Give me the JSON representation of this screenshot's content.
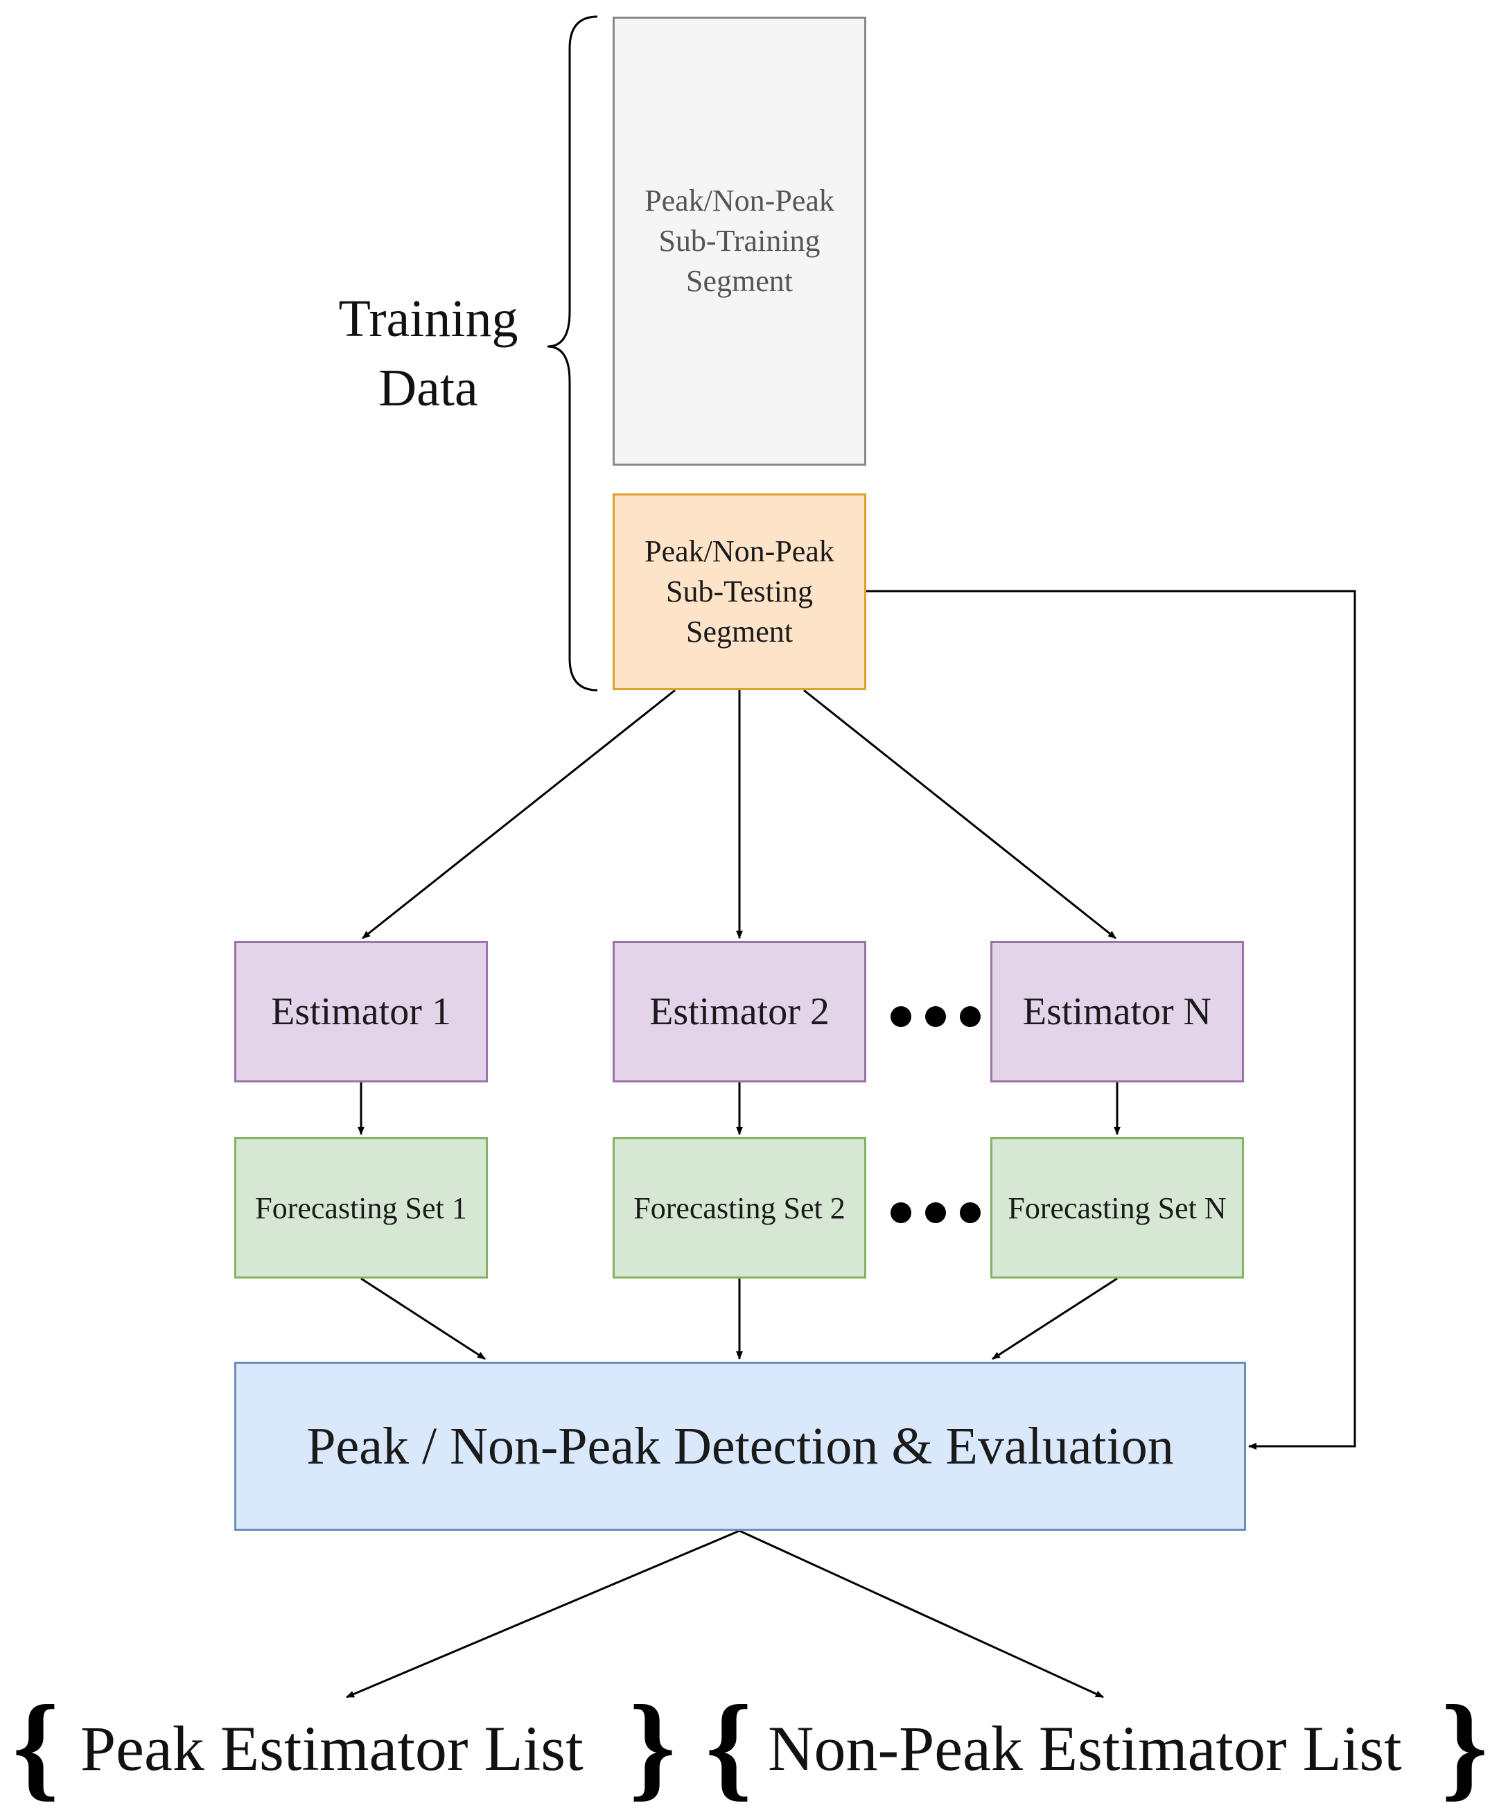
{
  "training_data_label": "Training\nData",
  "segments": {
    "sub_training": "Peak/Non-Peak\nSub-Training\nSegment",
    "sub_testing": "Peak/Non-Peak\nSub-Testing\nSegment"
  },
  "estimators": [
    "Estimator 1",
    "Estimator 2",
    "Estimator N"
  ],
  "forecasting_sets": [
    "Forecasting Set 1",
    "Forecasting Set 2",
    "Forecasting Set N"
  ],
  "evaluation": "Peak / Non-Peak Detection & Evaluation",
  "outputs": {
    "peak_list": "Peak Estimator List",
    "non_peak_list": "Non-Peak Estimator List"
  },
  "colors": {
    "sub_training_fill": "#f5f5f5",
    "sub_testing_fill": "#fde3c7",
    "estimator_fill": "#e3d4e9",
    "forecast_fill": "#d6e8d3",
    "evaluation_fill": "#dae8fb"
  }
}
